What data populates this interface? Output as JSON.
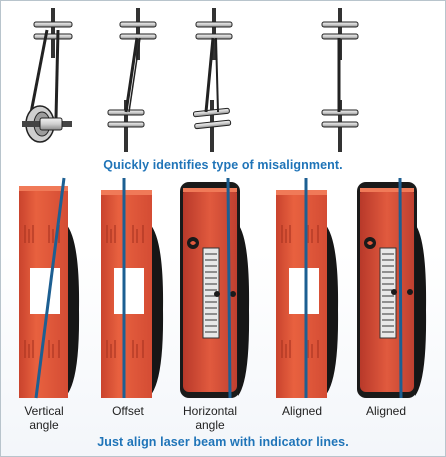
{
  "captions": {
    "top": "Quickly identifies type of misalignment.",
    "bottom": "Just align laser beam with indicator lines."
  },
  "labels": {
    "vertical_1": "Vertical",
    "vertical_2": "angle",
    "offset": "Offset",
    "horizontal_1": "Horizontal",
    "horizontal_2": "angle",
    "aligned_a": "Aligned",
    "aligned_b": "Aligned"
  },
  "colors": {
    "target_red": "#e2553b",
    "target_shade": "#b23a27",
    "laser_line": "#1d5f92",
    "caption_blue": "#1f74b8"
  }
}
